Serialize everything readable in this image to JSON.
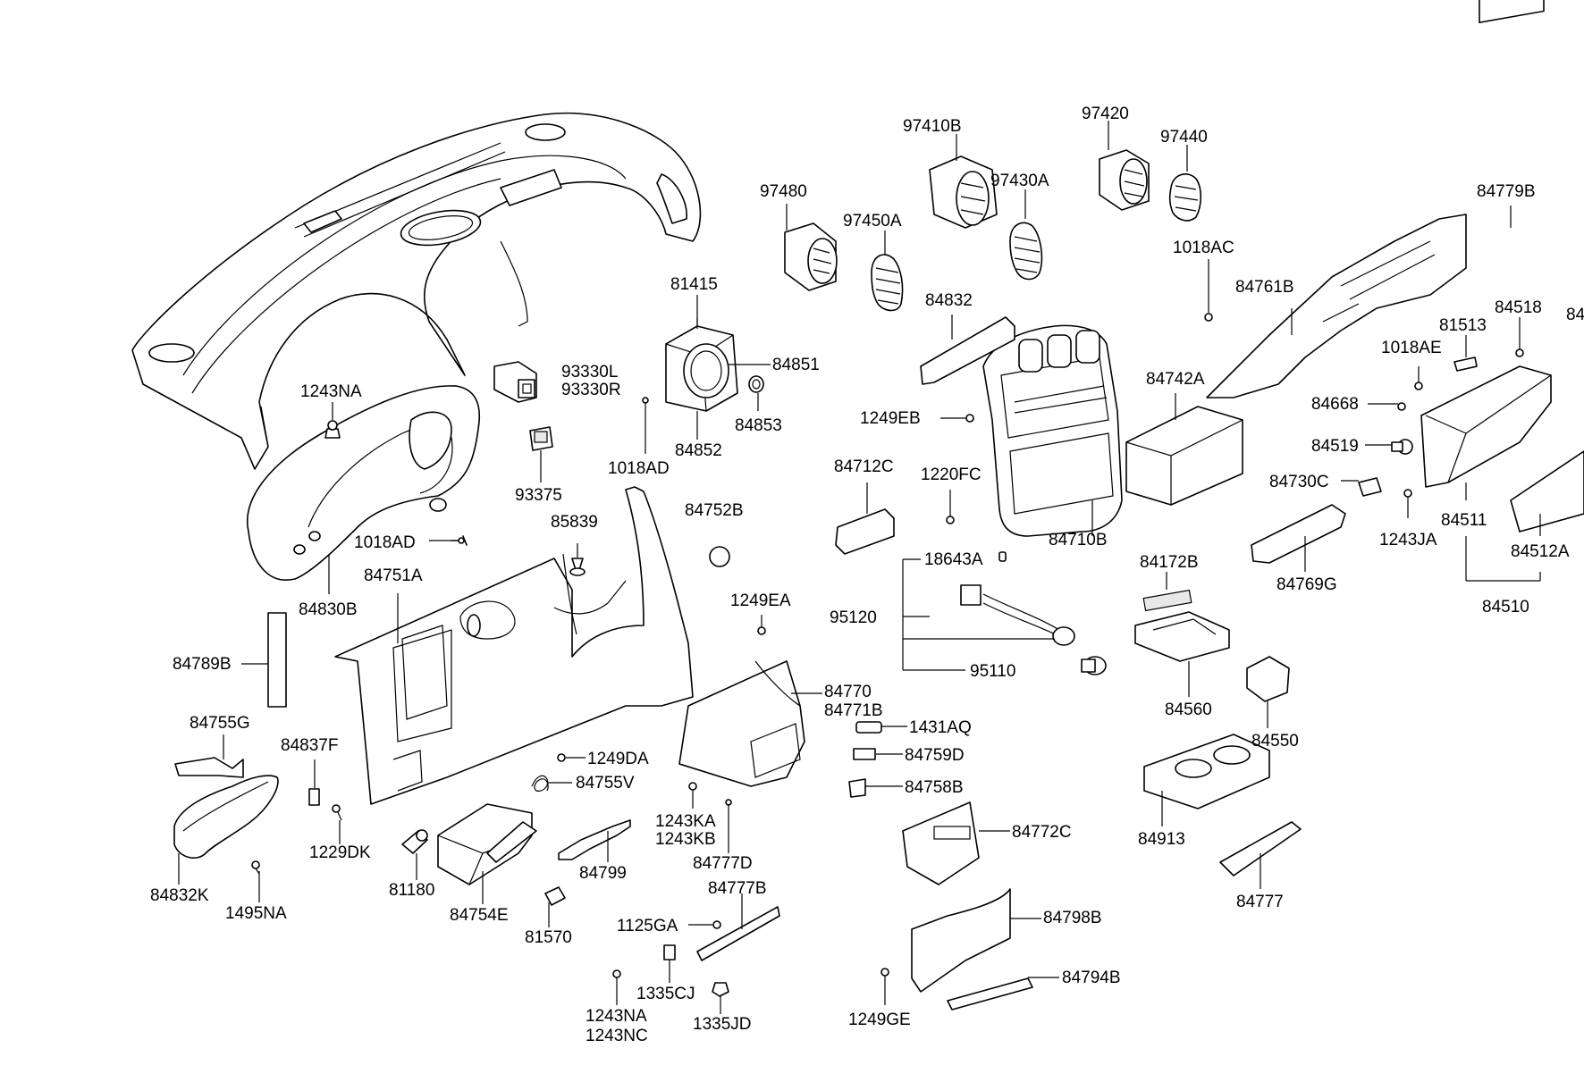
{
  "diagram": {
    "type": "exploded-parts-diagram",
    "labels": {
      "p84779B": "84779B",
      "p97410B": "97410B",
      "p97420": "97420",
      "p97440": "97440",
      "p97480": "97480",
      "p97430A": "97430A",
      "p97450A": "97450A",
      "p1018AC": "1018AC",
      "p81415": "81415",
      "p84851": "84851",
      "p84853": "84853",
      "p84852": "84852",
      "p93330L": "93330L",
      "p93330R": "93330R",
      "p93375": "93375",
      "p1018AD_a": "1018AD",
      "p1243NA_a": "1243NA",
      "p1018AD_b": "1018AD",
      "p84830B": "84830B",
      "p85839": "85839",
      "p84752B": "84752B",
      "p84751A": "84751A",
      "p84789B": "84789B",
      "p84755G": "84755G",
      "p84837F": "84837F",
      "p1229DK": "1229DK",
      "p84832K": "84832K",
      "p1495NA": "1495NA",
      "p81180": "81180",
      "p84754E": "84754E",
      "p81570": "81570",
      "p1249DA": "1249DA",
      "p84755V": "84755V",
      "p84799": "84799",
      "p1249EA": "1249EA",
      "p84770": "84770",
      "p84771B": "84771B",
      "p1243KA": "1243KA",
      "p1243KB": "1243KB",
      "p84777D": "84777D",
      "p84777B": "84777B",
      "p1125GA": "1125GA",
      "p1335CJ": "1335CJ",
      "p1243NA_b": "1243NA",
      "p1243NC": "1243NC",
      "p1335JD": "1335JD",
      "p84832": "84832",
      "p1249EB": "1249EB",
      "p84712C": "84712C",
      "p1220FC": "1220FC",
      "p84710B": "84710B",
      "p18643A": "18643A",
      "p95120": "95120",
      "p95110": "95110",
      "p1431AQ": "1431AQ",
      "p84759D": "84759D",
      "p84758B": "84758B",
      "p84772C": "84772C",
      "p84798B": "84798B",
      "p84794B": "84794B",
      "p1249GE": "1249GE",
      "p84761B": "84761B",
      "p84742A": "84742A",
      "p84172B": "84172B",
      "p84560": "84560",
      "p84550": "84550",
      "p84913": "84913",
      "p84777": "84777",
      "p84668": "84668",
      "p84519": "84519",
      "p84730C": "84730C",
      "p84769G": "84769G",
      "p1018AE": "1018AE",
      "p81513": "81513",
      "p84518": "84518",
      "p84511": "84511",
      "p1243JA": "1243JA",
      "p84512A": "84512A",
      "p84510": "84510",
      "p84_cut": "84"
    }
  }
}
